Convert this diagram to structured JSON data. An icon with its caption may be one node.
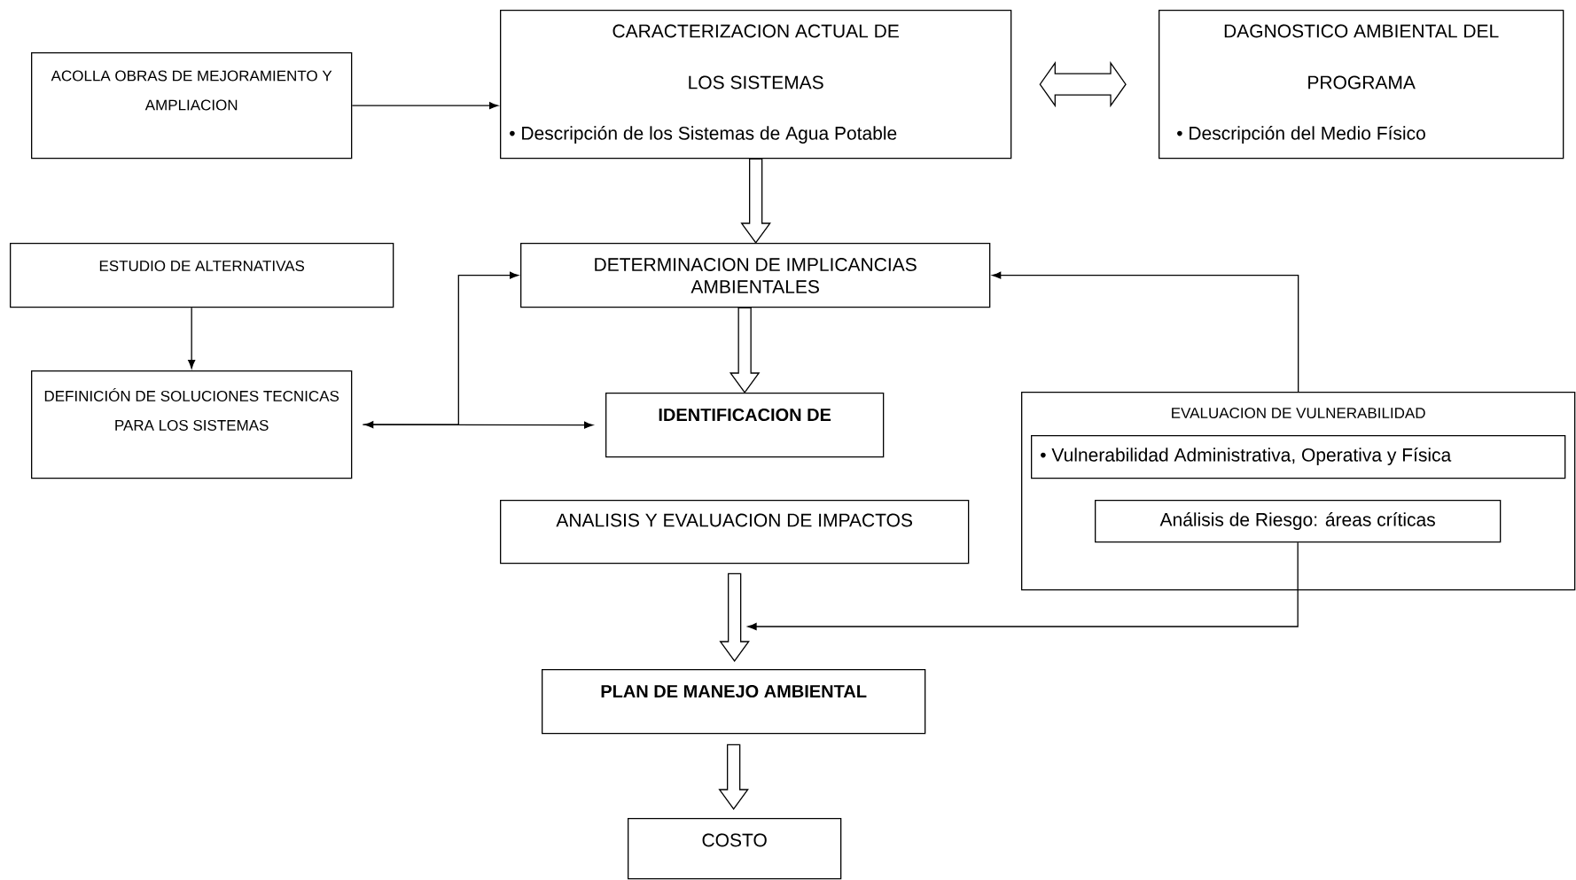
{
  "diagram": {
    "nodes": [
      {
        "text": [
          "ACOLLA OBRAS DE MEJORAMIENTO Y AMPLIACION"
        ]
      },
      {
        "text": [
          "CARACTERIZACION ACTUAL DE LOS SISTEMAS",
          "• Descripción de los Sistemas de Agua Potable"
        ]
      },
      {
        "text": [
          "DAGNOSTICO AMBIENTAL DEL PROGRAMA",
          "• Descripción del Medio Físico"
        ]
      },
      {
        "text": [
          "ESTUDIO DE ALTERNATIVAS"
        ]
      },
      {
        "text": [
          "DETERMINACION DE IMPLICANCIAS AMBIENTALES"
        ]
      },
      {
        "text": [
          "DEFINICIÓN DE SOLUCIONES TECNICAS PARA LOS SISTEMAS"
        ]
      },
      {
        "text": [
          "IDENTIFICACION DE"
        ]
      },
      {
        "text": [
          "EVALUACION DE VULNERABILIDAD"
        ]
      },
      {
        "text": [
          "• Vulnerabilidad Administrativa, Operativa y Física"
        ],
        "in": 7
      },
      {
        "text": [
          "Análisis de Riesgo: áreas críticas"
        ],
        "in": 7
      },
      {
        "text": [
          "ANALISIS Y EVALUACION DE IMPACTOS"
        ]
      },
      {
        "text": [
          "PLAN DE MANEJO AMBIENTAL"
        ]
      },
      {
        "text": [
          "COSTO"
        ]
      }
    ],
    "edges": [
      {
        "from": 0,
        "to": 1,
        "arrow": "to"
      },
      {
        "from": 1,
        "to": 2,
        "arrow": "both",
        "style": "thick"
      },
      {
        "from": 1,
        "to": 4,
        "arrow": "to",
        "style": "thick"
      },
      {
        "from": 3,
        "to": 5,
        "arrow": "to"
      },
      {
        "from": 4,
        "to": 6,
        "arrow": "to",
        "style": "thick"
      },
      {
        "from": 5,
        "to": 6,
        "arrow": "both"
      },
      {
        "from": 5,
        "to": 4,
        "arrow": "to"
      },
      {
        "from": 7,
        "to": 4,
        "arrow": "to"
      },
      {
        "from": 10,
        "to": 11,
        "arrow": "to",
        "style": "thick"
      },
      {
        "from": 9,
        "to": 11,
        "arrow": "to"
      },
      {
        "from": 11,
        "to": 12,
        "arrow": "to",
        "style": "thick"
      }
    ]
  }
}
